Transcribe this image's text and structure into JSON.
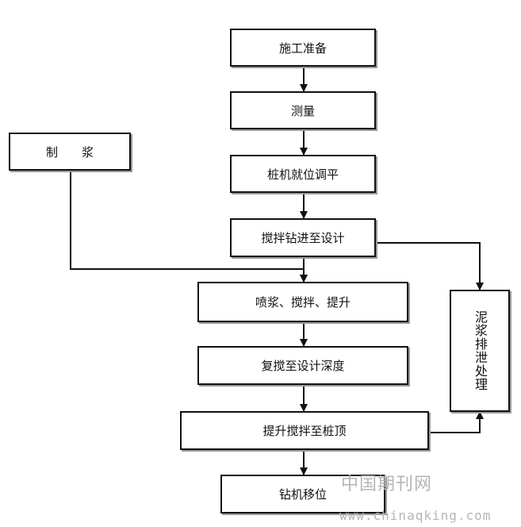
{
  "flowchart": {
    "steps": {
      "construction_prep": "施工准备",
      "survey": "测量",
      "rig_positioning": "桩机就位调平",
      "mix_drill_to_depth": "搅拌钻进至设计",
      "spray_mix_lift": "喷浆、搅拌、提升",
      "remix_to_depth": "复搅至设计深度",
      "lift_mix_to_top": "提升搅拌至桩顶",
      "move_rig": "钻机移位"
    },
    "side": {
      "slurry_making": "制　　浆",
      "mud_discharge": "泥浆排泄处理"
    }
  },
  "watermark": {
    "name": "中国期刊网",
    "url": "www.chinaqking.com"
  }
}
